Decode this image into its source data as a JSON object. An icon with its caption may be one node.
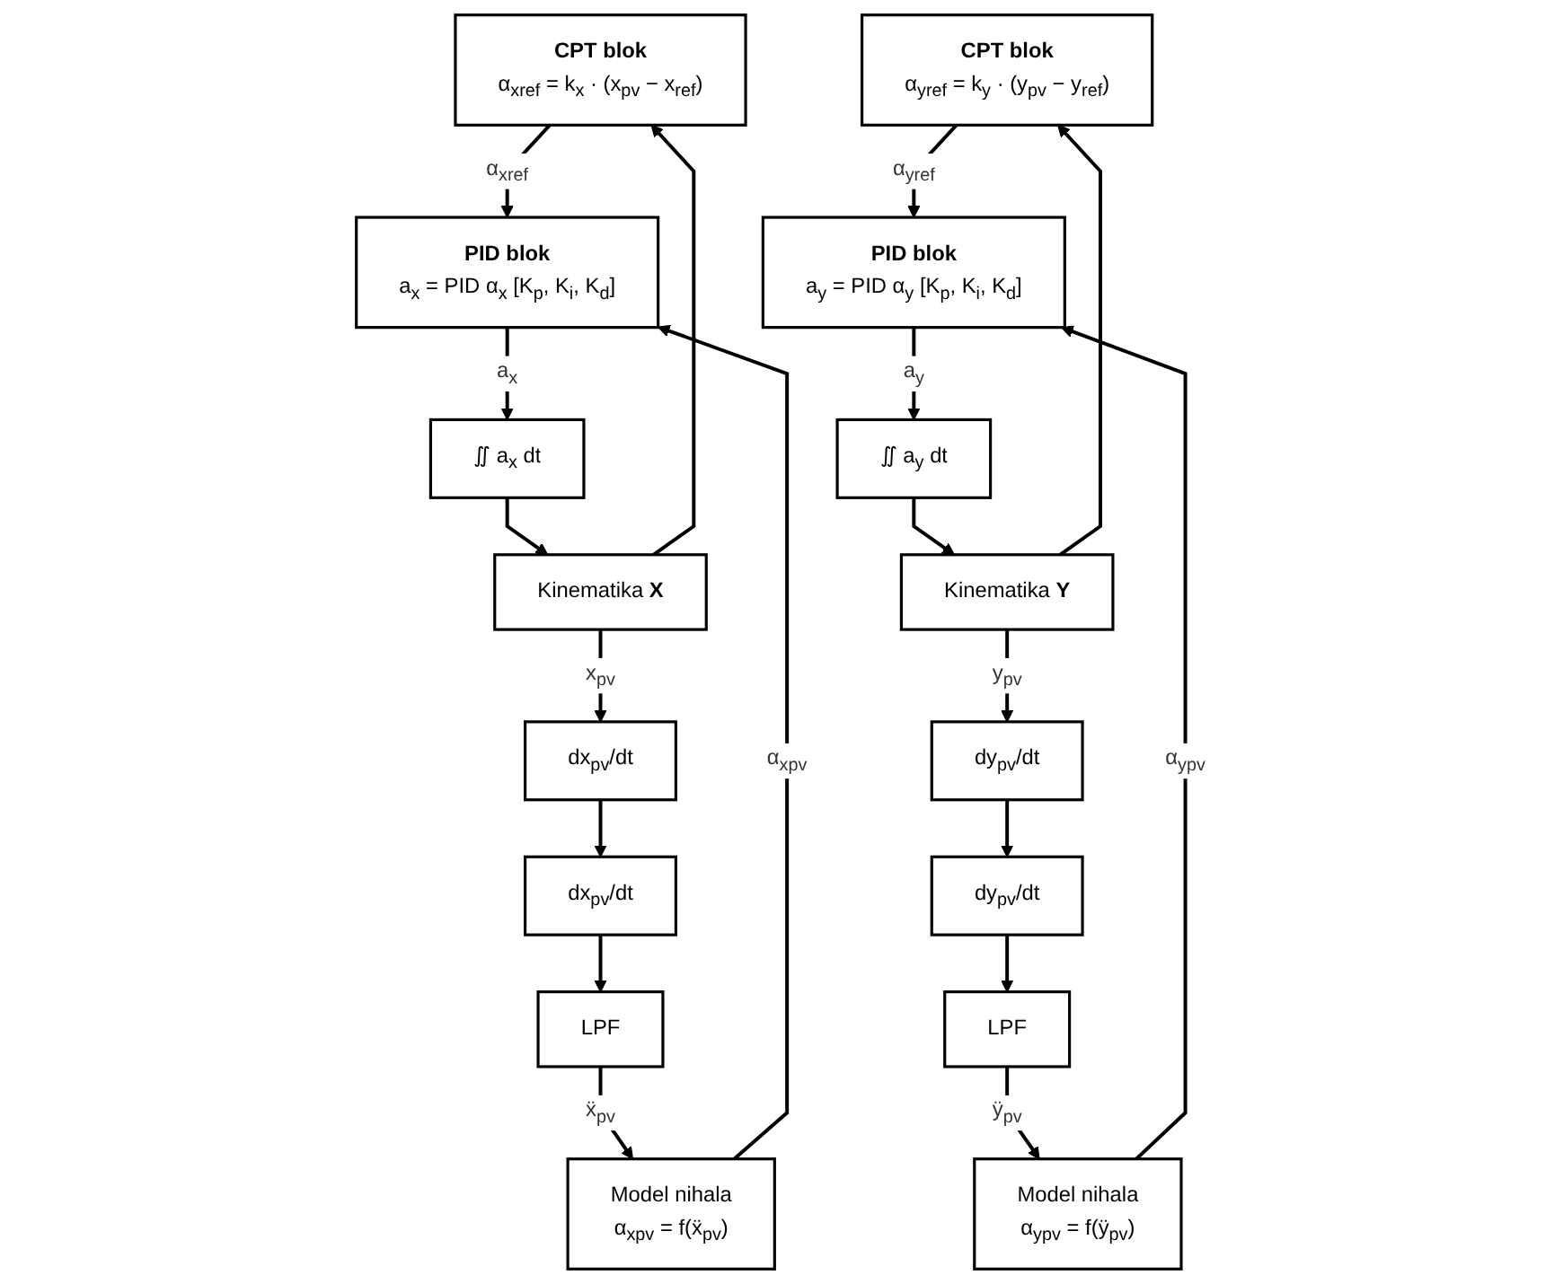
{
  "diagram": {
    "nodes": [
      {
        "text": [
          "CPT blok",
          "α$_{xref}$ = k$_{x}$ · (x$_{pv}$ − x$_{ref}$)"
        ]
      },
      {
        "text": [
          "PID blok",
          "a$_{x}$ = PID α$_{x}$ [K$_{p}$, K$_{i}$, K$_{d}$]"
        ]
      },
      {
        "text": [
          "∬ a$_{x}$ dt"
        ]
      },
      {
        "text": [
          "Kinematika **X**"
        ]
      },
      {
        "text": [
          "dx$_{pv}$/dt"
        ]
      },
      {
        "text": [
          "dx$_{pv}$/dt"
        ]
      },
      {
        "text": [
          "LPF"
        ]
      },
      {
        "text": [
          "Model nihala",
          "α$_{xpv}$ = f(ẍ$_{pv}$)"
        ]
      },
      {
        "text": [
          "CPT blok",
          "α$_{yref}$ = k$_{y}$ · (y$_{pv}$ − y$_{ref}$)"
        ]
      },
      {
        "text": [
          "PID blok",
          "a$_{y}$ = PID α$_{y}$ [K$_{p}$, K$_{i}$, K$_{d}$]"
        ]
      },
      {
        "text": [
          "∬ a$_{y}$ dt"
        ]
      },
      {
        "text": [
          "Kinematika **Y**"
        ]
      },
      {
        "text": [
          "dy$_{pv}$/dt"
        ]
      },
      {
        "text": [
          "dy$_{pv}$/dt"
        ]
      },
      {
        "text": [
          "LPF"
        ]
      },
      {
        "text": [
          "Model nihala",
          "α$_{ypv}$ = f(ÿ$_{pv}$)"
        ]
      }
    ],
    "edges": [
      {
        "from": 0,
        "to": 1,
        "arrow": "to",
        "label": "α$_{xref}$"
      },
      {
        "from": 7,
        "to": 1,
        "arrow": "to",
        "label": "α$_{xpv}$"
      },
      {
        "from": 1,
        "to": 2,
        "arrow": "to",
        "label": "a$_{x}$"
      },
      {
        "from": 2,
        "to": 3,
        "arrow": "to"
      },
      {
        "from": 3,
        "to": 4,
        "arrow": "to",
        "label": "x$_{pv}$"
      },
      {
        "from": 3,
        "to": 0,
        "arrow": "to"
      },
      {
        "from": 4,
        "to": 5,
        "arrow": "to"
      },
      {
        "from": 5,
        "to": 6,
        "arrow": "to"
      },
      {
        "from": 6,
        "to": 7,
        "arrow": "to",
        "label": "ẍ$_{pv}$"
      },
      {
        "from": 8,
        "to": 9,
        "arrow": "to",
        "label": "α$_{yref}$"
      },
      {
        "from": 15,
        "to": 9,
        "arrow": "to",
        "label": "α$_{ypv}$"
      },
      {
        "from": 9,
        "to": 10,
        "arrow": "to",
        "label": "a$_{y}$"
      },
      {
        "from": 10,
        "to": 11,
        "arrow": "to"
      },
      {
        "from": 11,
        "to": 12,
        "arrow": "to",
        "label": "y$_{pv}$"
      },
      {
        "from": 11,
        "to": 8,
        "arrow": "to"
      },
      {
        "from": 12,
        "to": 13,
        "arrow": "to"
      },
      {
        "from": 13,
        "to": 14,
        "arrow": "to"
      },
      {
        "from": 14,
        "to": 15,
        "arrow": "to",
        "label": "ÿ$_{pv}$"
      }
    ]
  }
}
